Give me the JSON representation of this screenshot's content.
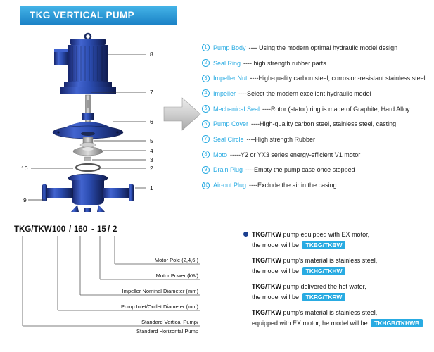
{
  "header": {
    "title": "TKG VERTICAL PUMP"
  },
  "parts": {
    "items": [
      {
        "num": "1",
        "name": "Pump Body",
        "desc": "---- Using the modern optimal hydraulic model design"
      },
      {
        "num": "2",
        "name": "Seal Ring",
        "desc": "---- high strength rubber parts"
      },
      {
        "num": "3",
        "name": "Impeller Nut",
        "desc": "----High-quality carbon steel, corrosion-resistant stainless steel"
      },
      {
        "num": "4",
        "name": "Impeller",
        "desc": "----Select the modern excellent hydraulic model"
      },
      {
        "num": "5",
        "name": "Mechanical Seal",
        "desc": "----Rotor (stator) ring is made of Graphite, Hard Alloy"
      },
      {
        "num": "6",
        "name": "Pump Cover",
        "desc": "----High-quality carbon steel, stainless steel, casting"
      },
      {
        "num": "7",
        "name": "Seal Circle",
        "desc": "----High strength Rubber"
      },
      {
        "num": "8",
        "name": "Moto",
        "desc": "-----Y2 or YX3 series energy-efficient V1 motor"
      },
      {
        "num": "9",
        "name": "Drain Plug",
        "desc": "----Empty the pump case once stopped"
      },
      {
        "num": "10",
        "name": "Air-out Plug",
        "desc": "----Exclude the air in the casing"
      }
    ]
  },
  "diagram": {
    "callouts": {
      "n1": "1",
      "n2": "2",
      "n3": "3",
      "n4": "4",
      "n5": "5",
      "n6": "6",
      "n7": "7",
      "n8": "8",
      "n9": "9",
      "n10": "10"
    }
  },
  "model_code": {
    "tokens": [
      "TKG/TKW",
      "100",
      "/",
      "160",
      "-",
      "15",
      "/",
      "2"
    ],
    "labels": {
      "motor_pole": "Motor Pole (2,4,6,)",
      "motor_power": "Motor Power  (kW)",
      "impeller_diameter": "Impeller Nominal Diameter (mm)",
      "inlet_outlet": "Pump Inlet/Outlet Diameter (mm)",
      "standard_line1": "Standard Vertical Pump/",
      "standard_line2": "Standard  Horizontal Pump"
    }
  },
  "notes": {
    "items": [
      {
        "bold": "TKG/TKW",
        "rest": " pump equipped with EX motor,",
        "line2": "the model will be ",
        "model": "TKBG/TKBW"
      },
      {
        "bold": "TKG/TKW",
        "rest": " pump's material is stainless steel,",
        "line2": "the model will be ",
        "model": "TKHG/TKHW"
      },
      {
        "bold": "TKG/TKW",
        "rest": " pump delivered the hot water,",
        "line2": "the model will be ",
        "model": "TKRG/TKRW"
      },
      {
        "bold": "TKG/TKW",
        "rest": " pump's material is stainless steel,",
        "line2": "equipped with EX motor,the model will be ",
        "model": "TKHGB/TKHWB"
      }
    ]
  },
  "colors": {
    "accent": "#29abe2",
    "banner_blue": "#1b82c6",
    "pump_blue": "#2b4cb0"
  }
}
